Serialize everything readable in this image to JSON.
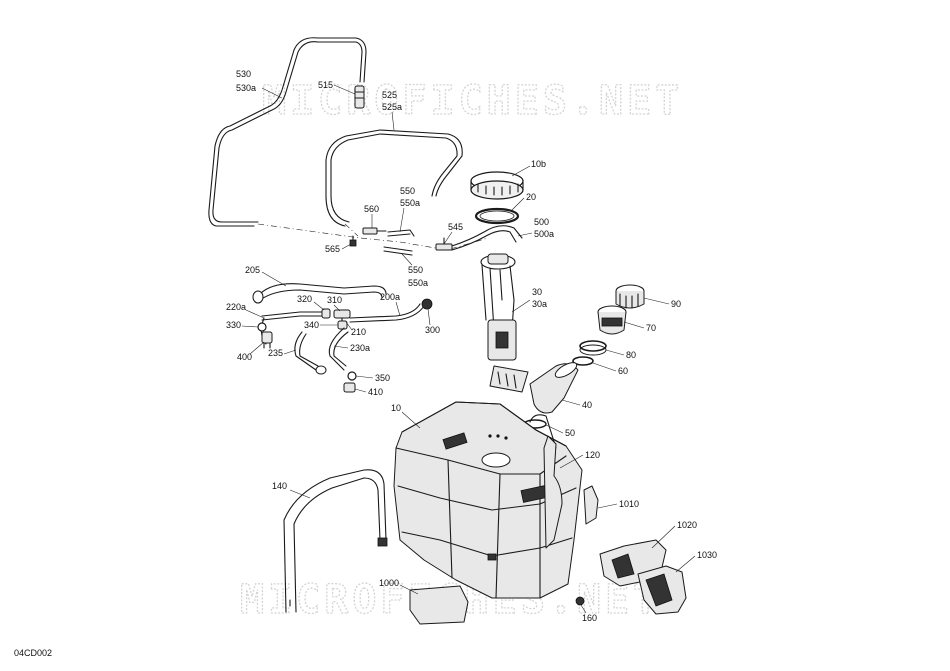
{
  "diagram_id": "04CD002",
  "watermark": "MICROFICHES.NET",
  "callouts": {
    "c530": "530",
    "c530a": "530a",
    "c515": "515",
    "c525": "525",
    "c525a": "525a",
    "c10b": "10b",
    "c20": "20",
    "c550a1": "550",
    "c550a2": "550a",
    "c500": "500",
    "c500a": "500a",
    "c560": "560",
    "c545": "545",
    "c565": "565",
    "c550b1": "550",
    "c550b2": "550a",
    "c205": "205",
    "c30": "30",
    "c30a": "30a",
    "c90": "90",
    "c220a": "220a",
    "c320": "320",
    "c310": "310",
    "c200a": "200a",
    "c330": "330",
    "c340": "340",
    "c210": "210",
    "c300": "300",
    "c70": "70",
    "c400": "400",
    "c235": "235",
    "c230a": "230a",
    "c80": "80",
    "c60": "60",
    "c350": "350",
    "c410": "410",
    "c40": "40",
    "c10": "10",
    "c50": "50",
    "c120": "120",
    "c140": "140",
    "c1010": "1010",
    "c1020": "1020",
    "c1030": "1030",
    "c1000": "1000",
    "c160": "160"
  }
}
